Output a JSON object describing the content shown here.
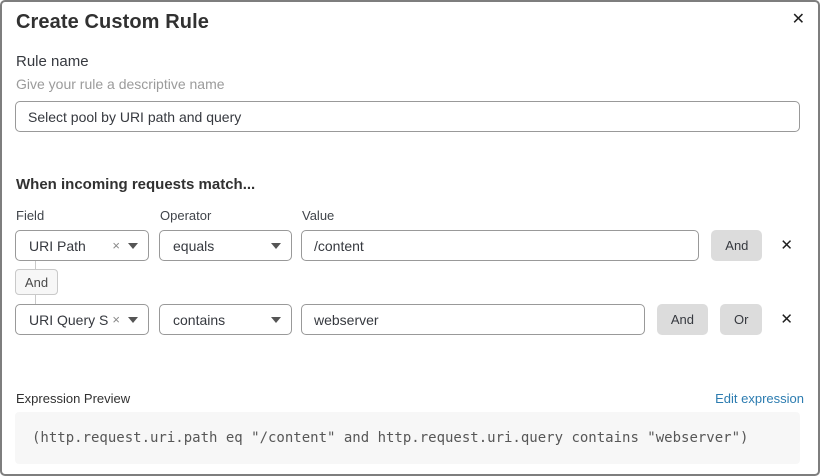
{
  "modal": {
    "title": "Create Custom Rule"
  },
  "icons": {
    "close": "✕",
    "clear": "×",
    "remove": "✕"
  },
  "rule_name": {
    "label": "Rule name",
    "hint": "Give your rule a descriptive name",
    "value": "Select pool by URI path and query"
  },
  "matcher": {
    "heading": "When incoming requests match...",
    "columns": {
      "field": "Field",
      "operator": "Operator",
      "value": "Value"
    },
    "connector": "And",
    "rows": [
      {
        "field": "URI Path",
        "operator": "equals",
        "value": "/content",
        "and_label": "And"
      },
      {
        "field": "URI Query St...",
        "operator": "contains",
        "value": "webserver",
        "and_label": "And",
        "or_label": "Or"
      }
    ]
  },
  "expression": {
    "label": "Expression Preview",
    "edit_link": "Edit expression",
    "code": "(http.request.uri.path eq \"/content\" and http.request.uri.query contains \"webserver\")"
  },
  "colors": {
    "link_blue": "#2c7cb0",
    "button_gray": "#dcdcdc",
    "border_gray": "#999999",
    "code_background": "#f7f7f7"
  }
}
